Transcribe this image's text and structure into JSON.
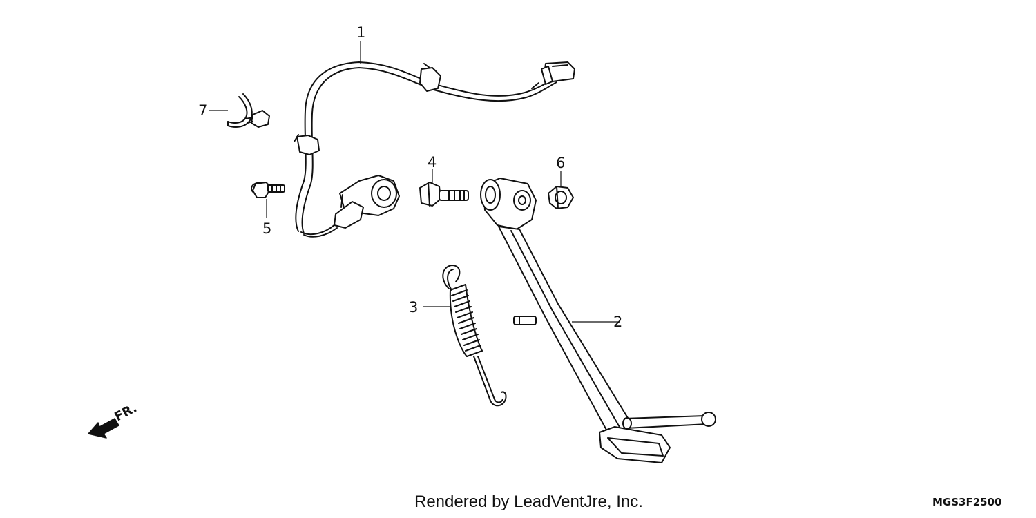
{
  "parts": [
    {
      "callout": "1",
      "icon": "wire-harness-icon"
    },
    {
      "callout": "2",
      "icon": "side-stand-icon"
    },
    {
      "callout": "3",
      "icon": "spring-icon"
    },
    {
      "callout": "4",
      "icon": "pivot-bolt-icon"
    },
    {
      "callout": "5",
      "icon": "flange-bolt-icon"
    },
    {
      "callout": "6",
      "icon": "lock-nut-icon"
    },
    {
      "callout": "7",
      "icon": "band-clamp-icon"
    }
  ],
  "direction_label": "FR.",
  "footer_text": "Rendered by LeadVentJre, Inc.",
  "diagram_code": "MGS3F2500"
}
